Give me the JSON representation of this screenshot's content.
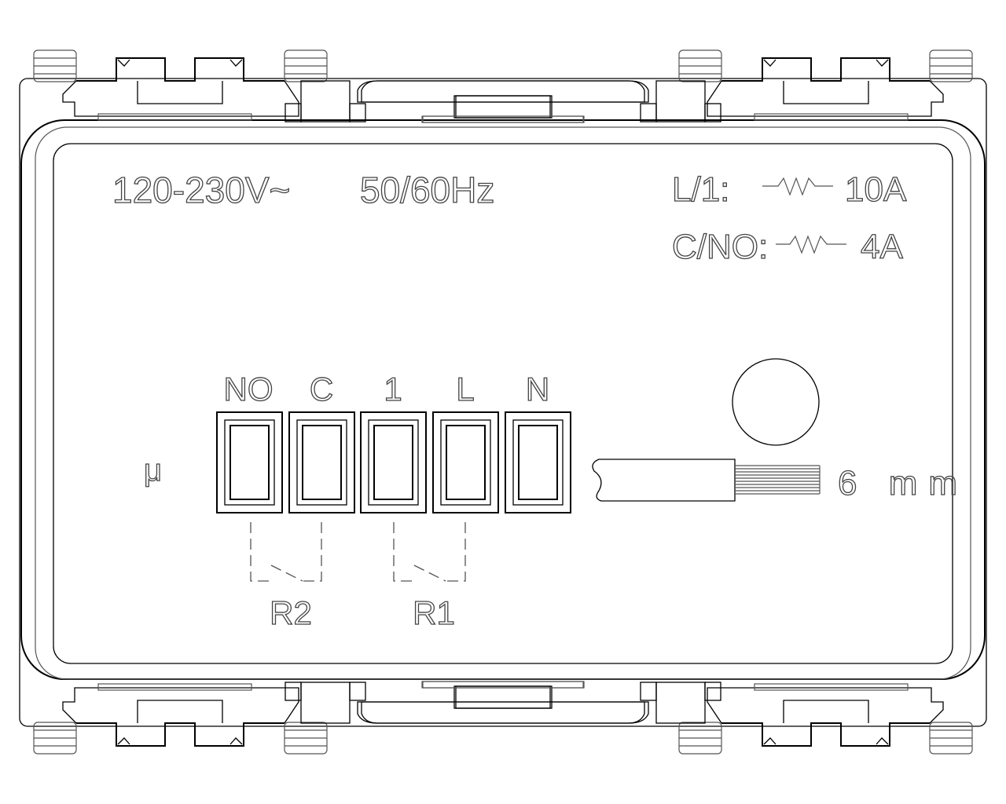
{
  "ratings": {
    "voltage": "120-230V~",
    "frequency": "50/60Hz",
    "load_l1_label": "L/1:",
    "load_l1_value": "10A",
    "load_cno_label": "C/NO:",
    "load_cno_value": "4A"
  },
  "terminals": [
    "NO",
    "C",
    "1",
    "L",
    "N"
  ],
  "relays": [
    "R2",
    "R1"
  ],
  "symbol": "μ",
  "strip_length": "6 mm"
}
